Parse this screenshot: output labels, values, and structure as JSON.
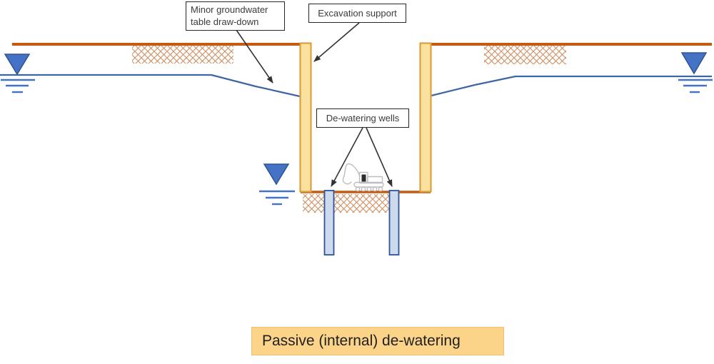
{
  "labels": {
    "minor_drawdown": "Minor groundwater table draw-down",
    "excavation_support": "Excavation support",
    "dewatering_wells": "De-watering wells"
  },
  "title": {
    "text": "Passive (internal) de-watering"
  },
  "icons": {
    "water_table_symbol": "▼",
    "excavator": "excavator-sketch"
  },
  "colors": {
    "ground": "#C55A11",
    "hatch": "#CE8E62",
    "wall_fill": "#FBE19E",
    "wall_border": "#DA9F3E",
    "water": "#3E66A5",
    "symbol_fill": "#4472C4",
    "symbol_border": "#2F5496",
    "well_fill": "#CDD9EC",
    "well_border": "#2F5496",
    "arrow": "#333333",
    "label_border": "#262626",
    "label_text": "#3B3B3B",
    "title_bg": "#FBD489",
    "title_border": "#F0C070",
    "title_text": "#1F1F1F",
    "excavator": "#BDBDBD",
    "window": "#2B2B2B"
  }
}
